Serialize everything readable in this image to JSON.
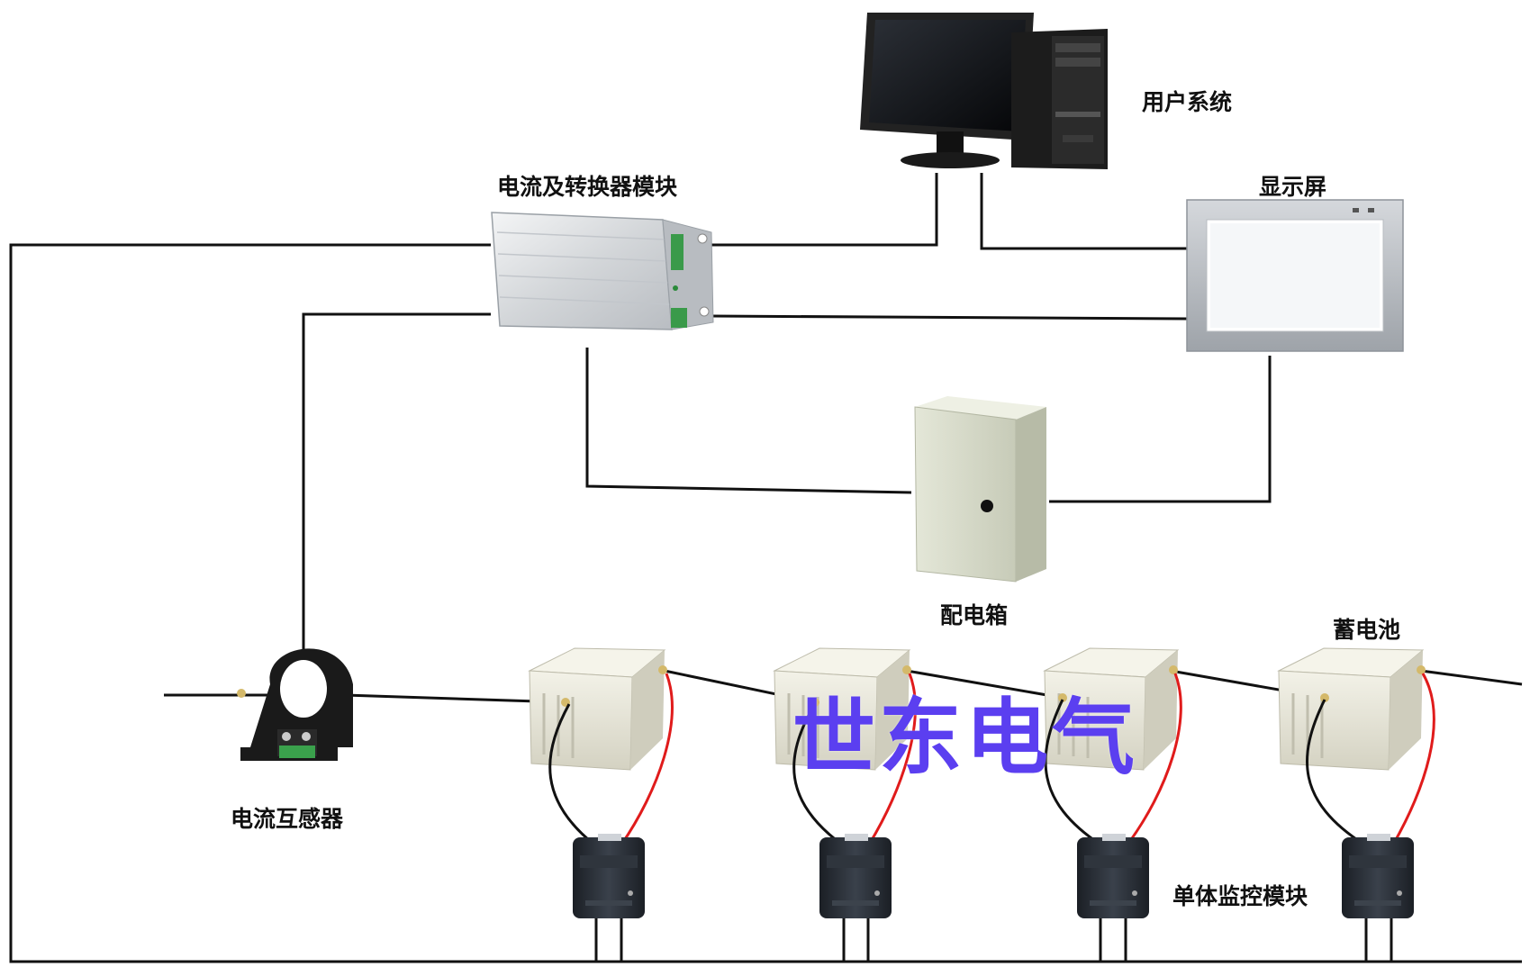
{
  "labels": {
    "user_system": "用户系统",
    "converter_module": "电流及转换器模块",
    "display_screen": "显示屏",
    "distribution_box": "配电箱",
    "battery": "蓄电池",
    "current_transformer": "电流互感器",
    "cell_monitor_module": "单体监控模块"
  },
  "watermark": "世东电气",
  "colors": {
    "wire": "#111111",
    "positive_lead": "#e01b1b",
    "watermark": "#5b3ff0",
    "battery_case": "#ecebdf",
    "module_body": "#2a3038",
    "converter_body": "#d9dbde",
    "cabinet_body": "#d8dccb"
  }
}
